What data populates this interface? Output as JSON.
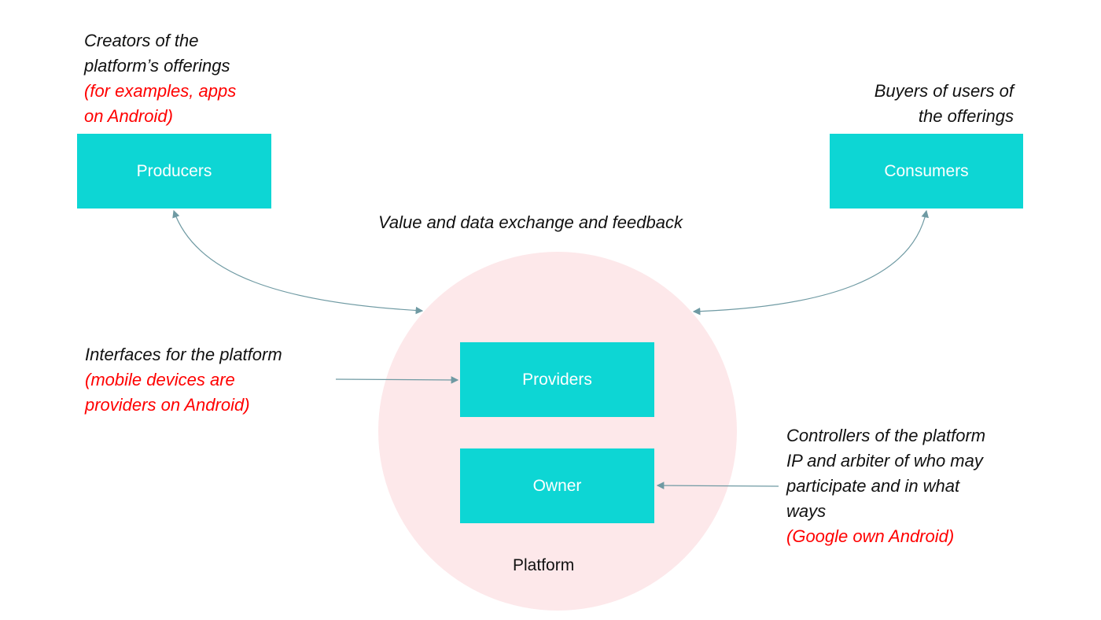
{
  "boxes": {
    "producers": "Producers",
    "consumers": "Consumers",
    "providers": "Providers",
    "owner": "Owner"
  },
  "notes": {
    "producers": {
      "lines": [
        "Creators of the",
        "platform’s offerings"
      ],
      "example_lines": [
        "(for examples, apps",
        "on Android)"
      ]
    },
    "consumers": {
      "lines": [
        "Buyers of users of",
        "the offerings"
      ]
    },
    "providers": {
      "lines": [
        "Interfaces for the platform"
      ],
      "example_lines": [
        "(mobile devices are",
        "providers on Android)"
      ]
    },
    "owner": {
      "lines": [
        "Controllers of the platform",
        "IP and arbiter of who may",
        "participate and in what",
        "ways"
      ],
      "example_lines": [
        "(Google own Android)"
      ]
    }
  },
  "exchange_label": "Value and data exchange and feedback",
  "platform_label": "Platform",
  "colors": {
    "box_fill": "#0dd6d4",
    "box_text": "#ffffff",
    "platform_fill": "#fde8ea",
    "example_text": "#ff0000",
    "arrow": "#6f9aa3"
  }
}
